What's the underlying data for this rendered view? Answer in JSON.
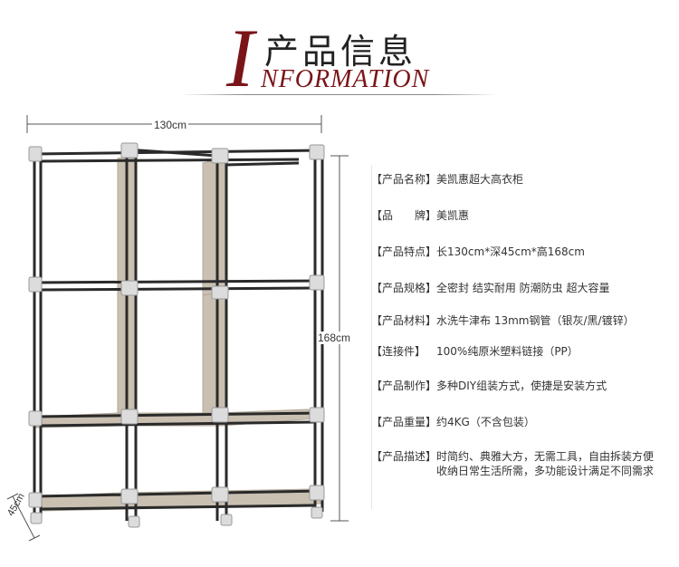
{
  "header": {
    "initial": "I",
    "title_cn": "产品信息",
    "title_en": "NFORMATION"
  },
  "dimensions": {
    "width": "130cm",
    "height": "168cm",
    "depth": "45cm"
  },
  "product_info": [
    {
      "label": "【产品名称】",
      "value": "美凯惠超大高衣柜"
    },
    {
      "label": "【品　　牌】",
      "value": "美凯惠"
    },
    {
      "label": "【产品特点】",
      "value": "长130cm*深45cm*高168cm"
    },
    {
      "label": "【产品规格】",
      "value": "全密封 结实耐用 防潮防虫 超大容量"
    },
    {
      "label": "【产品材料】",
      "value": "水洗牛津布 13mm钢管（银灰/黑/镀锌）"
    },
    {
      "label": "【连接件】",
      "value": "100%纯原米塑料链接（PP）"
    },
    {
      "label": "【产品制作】",
      "value": "多种DIY组装方式，使捷是安装方式"
    },
    {
      "label": "【产品重量】",
      "value": "约4KG（不含包装）"
    },
    {
      "label": "【产品描述】",
      "value": "时简约、典雅大方，无需工具，自由拆装方便收纳日常生活所需，多功能设计满足不同需求"
    }
  ],
  "colors": {
    "accent": "#7a1418",
    "fabric": "#c9c0b2",
    "frame": "#2a2a2a",
    "connector": "#dcdcdc"
  }
}
